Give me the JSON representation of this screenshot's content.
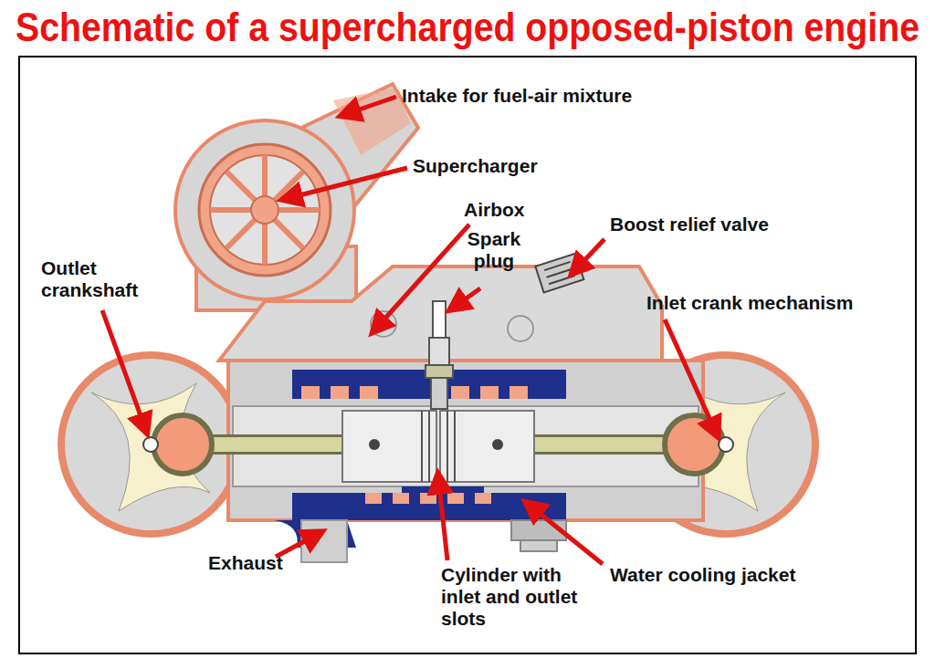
{
  "diagram": {
    "title": "Schematic of a supercharged opposed-piston engine",
    "labels": [
      "Intake for fuel-air mixture",
      "Supercharger",
      "Airbox",
      "Spark plug",
      "Boost relief valve",
      "Outlet crankshaft",
      "Inlet crank mechanism",
      "Exhaust",
      "Cylinder with inlet and outlet slots",
      "Water cooling jacket"
    ]
  }
}
